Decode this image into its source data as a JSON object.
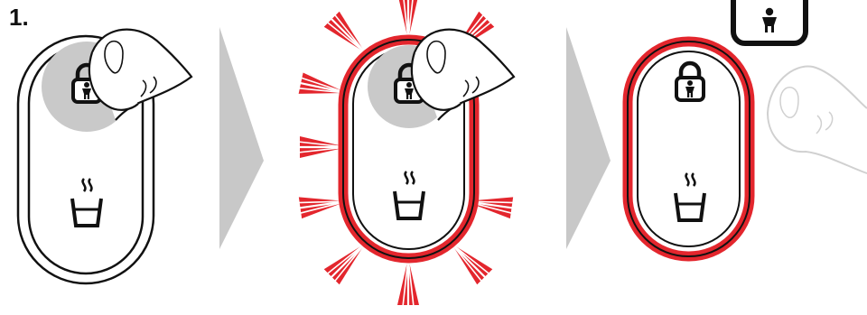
{
  "step": {
    "number_label": "1."
  },
  "colors": {
    "outline": "#111111",
    "highlight_red": "#e3262d",
    "arrow_gray": "#c8c8c8",
    "touch_spot_gray": "#c9c9c9",
    "faded_hand": "#cfcfcf"
  },
  "panels": [
    {
      "id": "panel-1",
      "description_state": "press-lock-button",
      "icons": [
        "child-lock-icon",
        "hot-water-cup-icon"
      ]
    },
    {
      "id": "panel-2",
      "description_state": "button-flashing-red",
      "icons": [
        "child-lock-icon",
        "hot-water-cup-icon"
      ]
    },
    {
      "id": "panel-3",
      "description_state": "child-lock-active",
      "icons": [
        "child-lock-icon",
        "hot-water-cup-icon",
        "child-indicator-icon"
      ]
    }
  ]
}
